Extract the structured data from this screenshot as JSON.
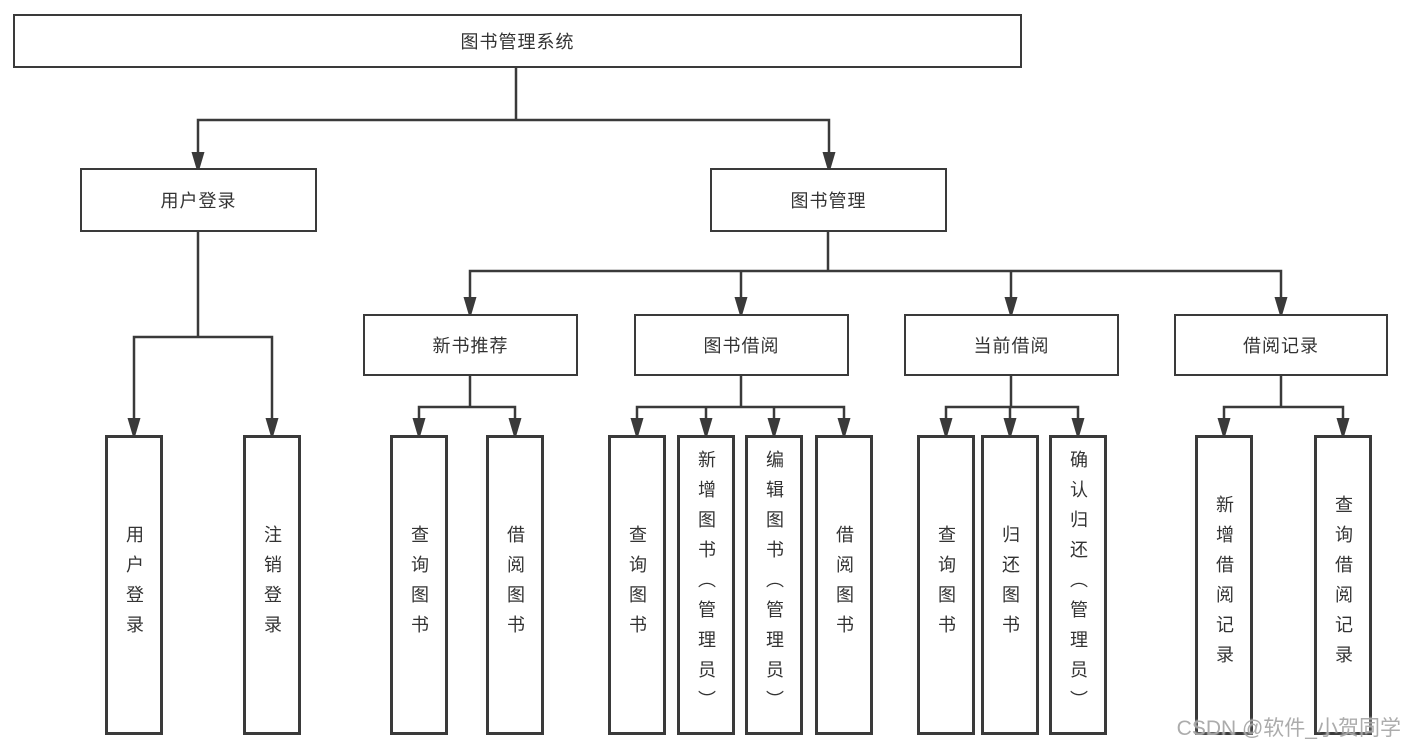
{
  "diagram": {
    "root": {
      "label": "图书管理系统"
    },
    "branches": [
      {
        "label": "用户登录",
        "children": [
          {
            "label": "用户登录"
          },
          {
            "label": "注销登录"
          }
        ]
      },
      {
        "label": "图书管理",
        "groups": [
          {
            "label": "新书推荐",
            "children": [
              {
                "label": "查询图书"
              },
              {
                "label": "借阅图书"
              }
            ]
          },
          {
            "label": "图书借阅",
            "children": [
              {
                "label": "查询图书"
              },
              {
                "label": "新增图书（管理员）"
              },
              {
                "label": "编辑图书（管理员）"
              },
              {
                "label": "借阅图书"
              }
            ]
          },
          {
            "label": "当前借阅",
            "children": [
              {
                "label": "查询图书"
              },
              {
                "label": "归还图书"
              },
              {
                "label": "确认归还（管理员）"
              }
            ]
          },
          {
            "label": "借阅记录",
            "children": [
              {
                "label": "新增借阅记录"
              },
              {
                "label": "查询借阅记录"
              }
            ]
          }
        ]
      }
    ]
  },
  "watermark": {
    "text": "CSDN @软件_小贺同学"
  },
  "colors": {
    "line": "#3a3a3a",
    "box_border": "#3a3a3a",
    "text": "#333333",
    "watermark": "#a3a3a3",
    "background": "#ffffff"
  }
}
